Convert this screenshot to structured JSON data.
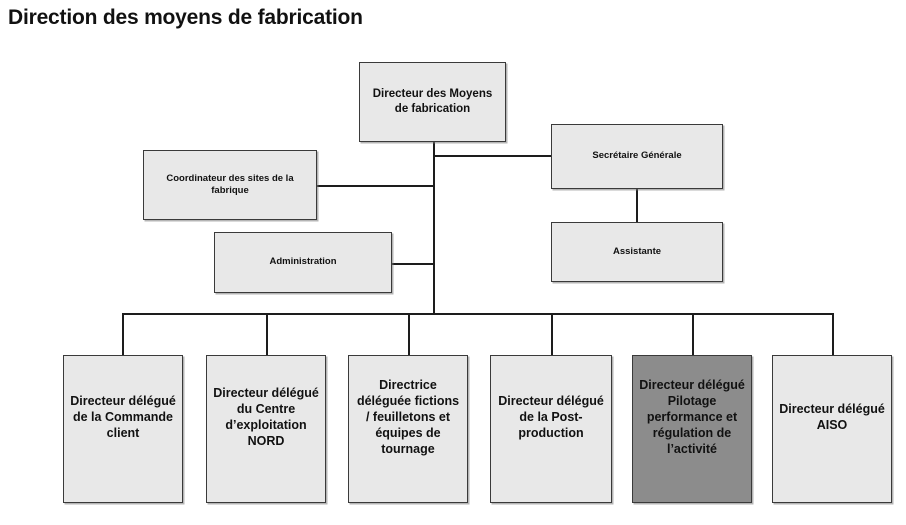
{
  "page": {
    "title": "Direction des moyens de fabrication"
  },
  "colors": {
    "box_fill": "#e8e8e8",
    "box_fill_highlight": "#8c8c8c",
    "box_border": "#3a3a3a",
    "connector": "#1d1d1d",
    "text": "#111111",
    "background": "#ffffff"
  },
  "chart_data": {
    "type": "org-chart",
    "title": "Direction des moyens de fabrication",
    "root": "Directeur des Moyens de fabrication",
    "nodes": [
      {
        "id": "root",
        "label": "Directeur des Moyens de fabrication",
        "level": "root",
        "highlight": false
      },
      {
        "id": "sg",
        "label": "Secrétaire Générale",
        "level": "staff-right",
        "highlight": false
      },
      {
        "id": "assist",
        "label": "Assistante",
        "level": "staff-right",
        "highlight": false
      },
      {
        "id": "coord",
        "label": "Coordinateur des sites de la fabrique",
        "level": "staff-left",
        "highlight": false
      },
      {
        "id": "admin",
        "label": "Administration",
        "level": "staff-left",
        "highlight": false
      },
      {
        "id": "leaf1",
        "label": "Directeur délégué de la Commande client",
        "level": "leaf",
        "highlight": false
      },
      {
        "id": "leaf2",
        "label": "Directeur délégué du Centre d’exploitation NORD",
        "level": "leaf",
        "highlight": false
      },
      {
        "id": "leaf3",
        "label": "Directrice déléguée fictions / feuilletons et équipes de tournage",
        "level": "leaf",
        "highlight": false
      },
      {
        "id": "leaf4",
        "label": "Directeur délégué de la Post-production",
        "level": "leaf",
        "highlight": false
      },
      {
        "id": "leaf5",
        "label": "Directeur délégué Pilotage performance et régulation de l’activité",
        "level": "leaf",
        "highlight": true
      },
      {
        "id": "leaf6",
        "label": "Directeur délégué AISO",
        "level": "leaf",
        "highlight": false
      }
    ],
    "edges": [
      {
        "from": "root",
        "to": "sg"
      },
      {
        "from": "sg",
        "to": "assist"
      },
      {
        "from": "root",
        "to": "coord"
      },
      {
        "from": "root",
        "to": "admin"
      },
      {
        "from": "root",
        "to": "leaf1"
      },
      {
        "from": "root",
        "to": "leaf2"
      },
      {
        "from": "root",
        "to": "leaf3"
      },
      {
        "from": "root",
        "to": "leaf4"
      },
      {
        "from": "root",
        "to": "leaf5"
      },
      {
        "from": "root",
        "to": "leaf6"
      }
    ]
  },
  "nodes": {
    "root": {
      "label": "Directeur des Moyens de fabrication"
    },
    "sg": {
      "label": "Secrétaire Générale"
    },
    "assist": {
      "label": "Assistante"
    },
    "coord": {
      "label": "Coordinateur des sites de la fabrique"
    },
    "admin": {
      "label": "Administration"
    },
    "leaf1": {
      "label": "Directeur délégué de la Commande client"
    },
    "leaf2": {
      "label": "Directeur délégué du Centre d’exploitation NORD"
    },
    "leaf3": {
      "label": "Directrice déléguée fictions / feuilletons et équipes de tournage"
    },
    "leaf4": {
      "label": "Directeur délégué de la Post-production"
    },
    "leaf5": {
      "label": "Directeur délégué Pilotage performance et régulation de l’activité"
    },
    "leaf6": {
      "label": "Directeur délégué AISO"
    }
  }
}
